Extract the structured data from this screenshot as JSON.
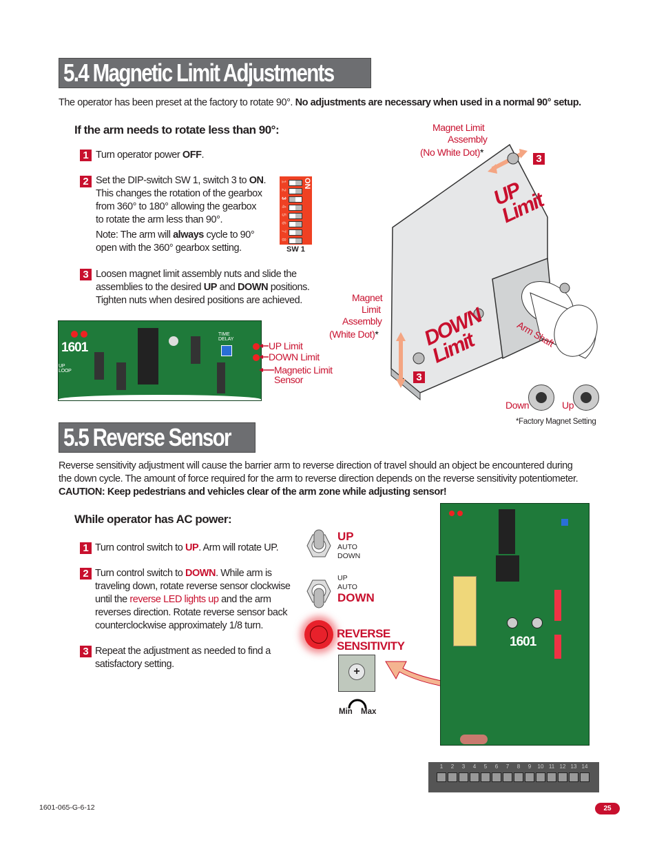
{
  "section1": {
    "title": "5.4 Magnetic Limit Adjustments",
    "intro": "The operator has been preset at the factory to rotate 90°. ",
    "intro_bold": "No adjustments are necessary when used in a normal 90° setup.",
    "heading": "If the arm needs to rotate less than 90°:",
    "steps": [
      {
        "num": "1",
        "l1a": "Turn operator power ",
        "l1b": "OFF",
        "l1c": "."
      },
      {
        "num": "2",
        "l1a": "Set the DIP-switch SW 1, switch 3 to ",
        "l1b": "ON",
        "l1c": ".",
        "l2": "This changes the rotation of the gearbox",
        "l3": "from 360° to 180° allowing the gearbox",
        "l4": "to rotate the arm less than 90°.",
        "n1a": "Note: The arm will ",
        "n1b": "always",
        "n1c": " cycle to 90°",
        "n2": "open with the 360° gearbox setting."
      },
      {
        "num": "3",
        "l1": "Loosen magnet limit assembly nuts and slide the",
        "l2a": "assemblies to the desired ",
        "l2b": "UP",
        "l2c": " and ",
        "l2d": "DOWN",
        "l2e": " positions.",
        "l3": "Tighten nuts when desired positions are achieved."
      }
    ],
    "dip": {
      "on": "ON",
      "label": "SW 1",
      "switches": [
        "1",
        "2",
        "3",
        "4",
        "5",
        "6",
        "7",
        "8"
      ],
      "active": "3"
    },
    "board": {
      "model": "1601",
      "time_delay": "TIME DELAY",
      "loop": "UP LOOP",
      "labels": [
        "UP Limit",
        "DOWN Limit",
        "Magnetic Limit",
        "Sensor"
      ]
    },
    "diagram": {
      "top_label": [
        "Magnet Limit",
        "Assembly",
        "(No White Dot)"
      ],
      "star": "*",
      "left_label": [
        "Magnet",
        "Limit",
        "Assembly",
        "(White Dot)"
      ],
      "up": [
        "UP",
        "Limit"
      ],
      "down": [
        "DOWN",
        "Limit"
      ],
      "arm": "Arm Shaft",
      "badge": "3",
      "magnet_down": "Down",
      "magnet_up": "Up",
      "factory": "*Factory Magnet Setting"
    }
  },
  "section2": {
    "title": "5.5 Reverse Sensor",
    "p1": "Reverse sensitivity adjustment will cause the barrier arm to reverse direction of travel should an object be encountered during",
    "p2": "the down cycle. The amount of force required for the arm to reverse direction depends on the reverse sensitivity potentiometer.",
    "caution": "CAUTION: Keep pedestrians and vehicles clear of the arm zone while adjusting sensor!",
    "heading": "While operator has AC power:",
    "steps": [
      {
        "num": "1",
        "a": "Turn control switch to ",
        "b": "UP",
        "c": ". Arm will rotate UP."
      },
      {
        "num": "2",
        "a": "Turn control switch to ",
        "b": "DOWN",
        "c": ". While arm is",
        "l2": "traveling down, rotate reverse sensor clockwise",
        "l3a": "until the ",
        "l3b": "reverse LED lights up",
        "l3c": " and the arm",
        "l4": "reverses direction. Rotate reverse sensor back",
        "l5": "counterclockwise approximately 1/8 turn."
      },
      {
        "num": "3",
        "l1": "Repeat the adjustment as needed to find a",
        "l2": "satisfactory setting."
      }
    ],
    "switch": {
      "up": "UP",
      "auto": "AUTO",
      "down": "DOWN"
    },
    "sensor": {
      "l1": "REVERSE",
      "l2": "SENSITIVITY",
      "min": "Min",
      "max": "Max"
    },
    "board": {
      "model": "1601",
      "terminals": [
        "1",
        "2",
        "3",
        "4",
        "5",
        "6",
        "7",
        "8",
        "9",
        "10",
        "11",
        "12",
        "13",
        "14"
      ]
    }
  },
  "footer": {
    "doc": "1601-065-G-6-12",
    "page": "25"
  }
}
